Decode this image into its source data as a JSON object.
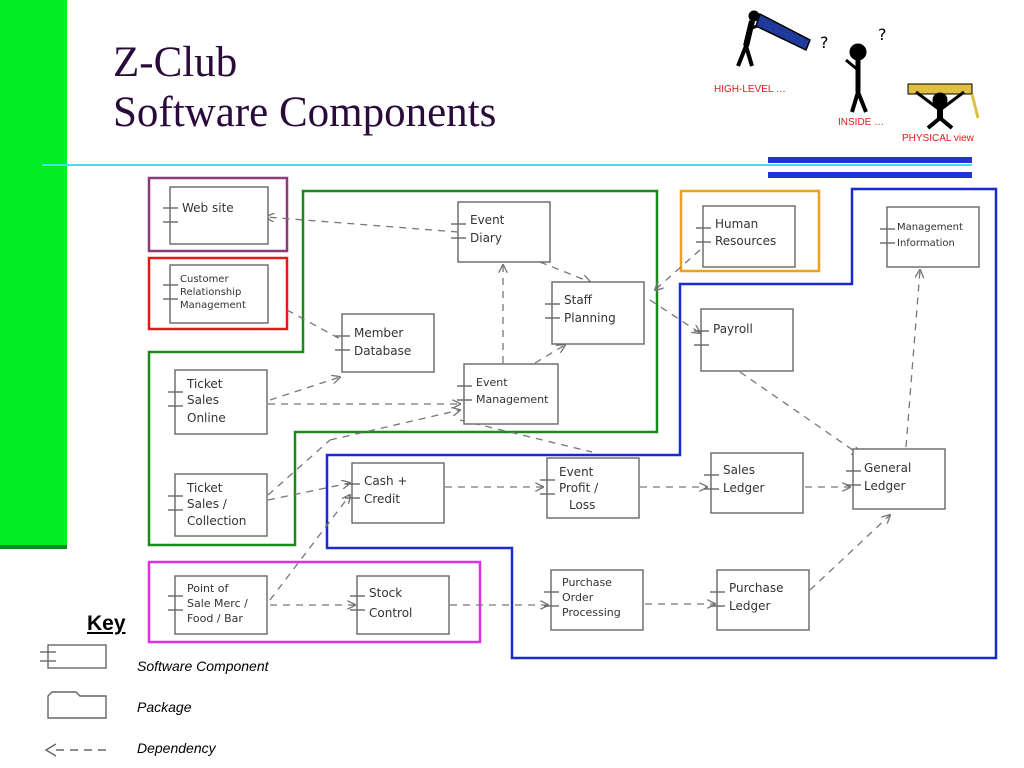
{
  "title": {
    "line1": "Z-Club",
    "line2": "Software Components"
  },
  "views": {
    "high_level": "HIGH-LEVEL …",
    "inside": "INSIDE …",
    "physical": "PHYSICAL view"
  },
  "colors": {
    "sidebar": "#00ee22",
    "title": "#2a0a3a",
    "rule": "#44e0f0",
    "rule_accent": "#1f33d8",
    "package_purple": "#8a3b78",
    "package_red": "#e01a1a",
    "package_green": "#1a8a1a",
    "package_orange": "#f0a020",
    "package_blue": "#1a2ad0",
    "package_magenta": "#e030e0",
    "view_labels": "#e01a1a"
  },
  "components": {
    "web_site": {
      "lines": [
        "Web site"
      ]
    },
    "crm": {
      "lines": [
        "Customer",
        "Relationship",
        "Management"
      ]
    },
    "event_diary": {
      "lines": [
        "Event",
        "Diary"
      ]
    },
    "staff_planning": {
      "lines": [
        "Staff",
        "Planning"
      ]
    },
    "member_database": {
      "lines": [
        "Member",
        "Database"
      ]
    },
    "event_management": {
      "lines": [
        "Event",
        "Management"
      ]
    },
    "ticket_sales_online": {
      "lines": [
        "Ticket",
        "Sales",
        "Online"
      ]
    },
    "ticket_sales_collection": {
      "lines": [
        "Ticket",
        "Sales /",
        "Collection"
      ]
    },
    "human_resources": {
      "lines": [
        "Human",
        "Resources"
      ]
    },
    "management_information": {
      "lines": [
        "Management",
        "Information"
      ]
    },
    "payroll": {
      "lines": [
        "Payroll"
      ]
    },
    "cash_credit": {
      "lines": [
        "Cash +",
        "Credit"
      ]
    },
    "event_profit_loss": {
      "lines": [
        "Event",
        "Profit /",
        "Loss"
      ]
    },
    "sales_ledger": {
      "lines": [
        "Sales",
        "Ledger"
      ]
    },
    "general_ledger": {
      "lines": [
        "General",
        "Ledger"
      ]
    },
    "point_of_sale": {
      "lines": [
        "Point of",
        "Sale Merc /",
        "Food / Bar"
      ]
    },
    "stock_control": {
      "lines": [
        "Stock",
        "Control"
      ]
    },
    "purchase_order_processing": {
      "lines": [
        "Purchase",
        "Order",
        "Processing"
      ]
    },
    "purchase_ledger": {
      "lines": [
        "Purchase",
        "Ledger"
      ]
    }
  },
  "key": {
    "title": "Key",
    "software_component": "Software Component",
    "package": "Package",
    "dependency": "Dependency"
  }
}
